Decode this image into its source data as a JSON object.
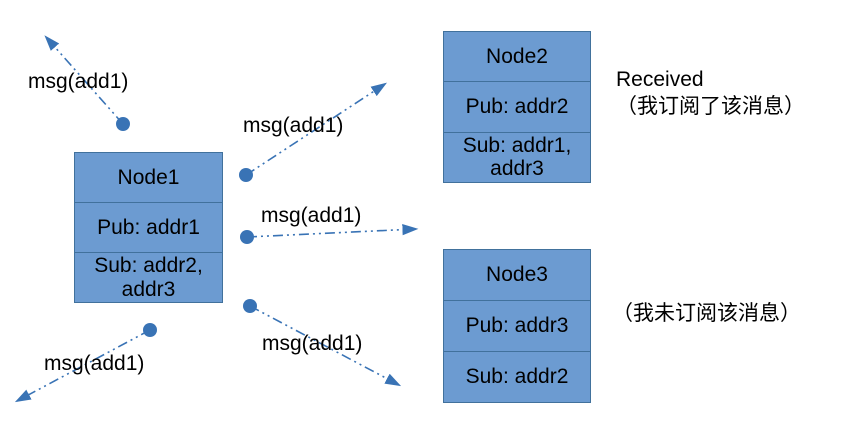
{
  "nodes": [
    {
      "title": "Node1",
      "pub": "Pub: addr1",
      "sub": "Sub: addr2, addr3"
    },
    {
      "title": "Node2",
      "pub": "Pub: addr2",
      "sub": "Sub: addr1, addr3"
    },
    {
      "title": "Node3",
      "pub": "Pub: addr3",
      "sub": "Sub: addr2"
    }
  ],
  "message_labels": [
    "msg(add1)",
    "msg(add1)",
    "msg(add1)",
    "msg(add1)",
    "msg(add1)"
  ],
  "annotations": {
    "node2_line1": "Received",
    "node2_line2": "（我订阅了该消息）",
    "node3": "（我未订阅该消息）"
  },
  "colors": {
    "node_fill": "#6C9BD1",
    "node_border": "#41719C",
    "arrow": "#3973B5",
    "text": "#000000"
  }
}
